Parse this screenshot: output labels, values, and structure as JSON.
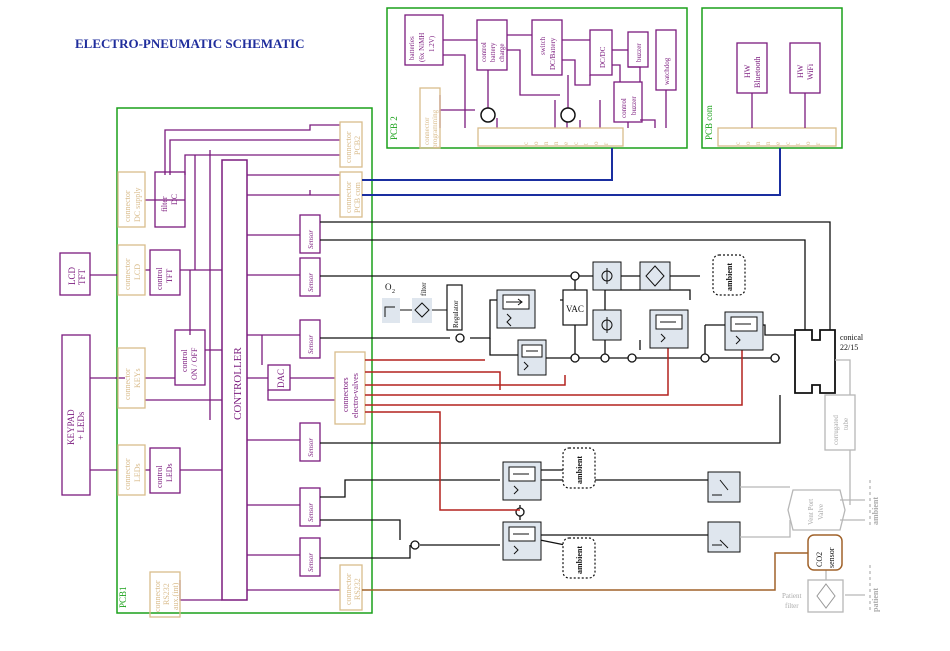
{
  "title": "ELECTRO-PNEUMATIC SCHEMATIC",
  "colors": {
    "title": "#1f2d9c",
    "pcb_border": "#1aa11a",
    "purple": "#7b1b7e",
    "tan": "#d9bc8c",
    "blue_bus": "#1a2ea0",
    "red": "#b3221e",
    "brown": "#a0622a",
    "gray": "#b7b7b7",
    "light_fill": "#dfe6ee"
  },
  "pcb1": {
    "label": "PCB1",
    "controller": "CONTROLLER",
    "dac": "DAC",
    "connectors": {
      "pcb2": [
        "connector",
        "PCB2"
      ],
      "pcb_com": [
        "connector",
        "PCB com"
      ],
      "dc_supply": [
        "connector",
        "DC supply"
      ],
      "lcd": [
        "connector",
        "LCD"
      ],
      "keys": [
        "connector",
        "KEYs"
      ],
      "leds": [
        "connector",
        "LEDs"
      ],
      "rs232_aux": [
        "connector",
        "RS232",
        "aux.(int)"
      ],
      "rs232": [
        "connector",
        "RS232"
      ],
      "electrovalves": [
        "connectors",
        "electro-valves"
      ]
    },
    "blocks": {
      "filter_dc": [
        "filter",
        "DC"
      ],
      "control_tft": [
        "control",
        "TFT"
      ],
      "control_onoff": [
        "control",
        "ON / OFF"
      ],
      "control_leds": [
        "control",
        "LEDs"
      ]
    },
    "sensor_label": "Sensor"
  },
  "external": {
    "lcd_tft": [
      "LCD",
      "TFT"
    ],
    "keypad": [
      "KEYPAD",
      "+ LEDs"
    ]
  },
  "pcb2": {
    "label": "PCB 2",
    "batteries": [
      "batteries",
      "(6x NiMH",
      "1.2V)"
    ],
    "control_battery_charge": [
      "control",
      "battery",
      "charge"
    ],
    "switch_dc_battery": [
      "switch",
      "DC/Battery"
    ],
    "dcdc": "DC/DC",
    "buzzer": "buzzer",
    "watchdog": "watchdog",
    "control_buzzer": [
      "control",
      "buzzer"
    ],
    "connector_programming": [
      "connector",
      "programming"
    ],
    "connector_letters": [
      "c",
      "o",
      "n",
      "n",
      "e",
      "c",
      "t",
      "o",
      "r"
    ]
  },
  "pcbcom": {
    "label": "PCB com",
    "hw_bluetooth": [
      "HW",
      "Bluetooth"
    ],
    "hw_wifi": [
      "HW",
      "WiFi"
    ],
    "connector_letters": [
      "c",
      "o",
      "n",
      "n",
      "e",
      "c",
      "t",
      "o",
      "r"
    ]
  },
  "pneumatic": {
    "o2": "O",
    "o2_sub": "2",
    "filter": "filter",
    "regulator": "Regulator",
    "vac": "VAC",
    "ambient": "ambient",
    "conical": [
      "conical",
      "22/15"
    ],
    "corrugated_tube": [
      "corrugated",
      "tube"
    ],
    "vent_port_valve": [
      "Vent Port",
      "Valve"
    ],
    "co2_sensor": [
      "CO2",
      "sensor"
    ],
    "patient_filter": [
      "Patient",
      "filter"
    ],
    "patient": "patient"
  }
}
